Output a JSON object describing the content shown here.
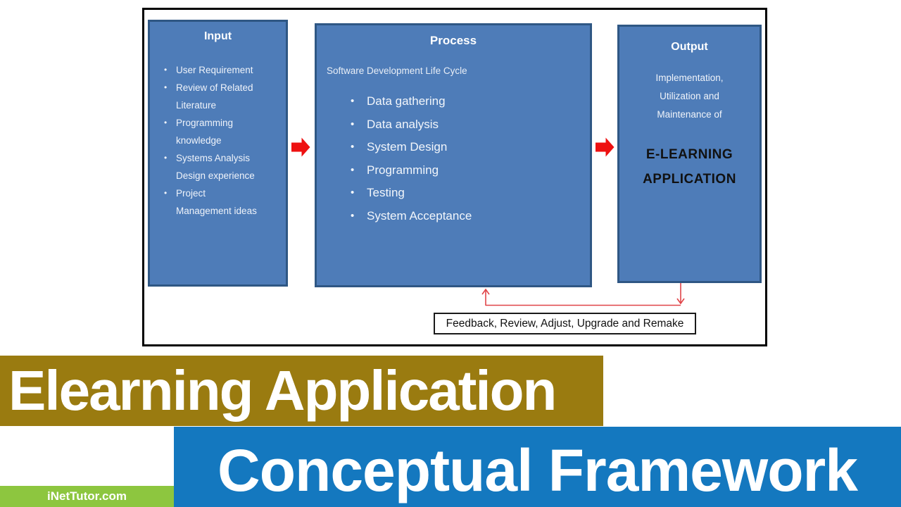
{
  "glyphs": {
    "bullet": "•"
  },
  "colors": {
    "box_fill": "#4E7CB8",
    "box_border": "#2F5784",
    "frame_border": "#000000",
    "flow_arrow_red": "#EE1111",
    "feedback_arrow_red": "#E04448",
    "banner_olive": "#9A7B10",
    "banner_blue": "#1478BF",
    "watermark_green": "#8DC63F",
    "highlight_text": "#111111"
  },
  "diagram": {
    "input": {
      "title": "Input",
      "items": [
        "User Requirement",
        "Review of Related\nLiterature",
        "Programming\nknowledge",
        "Systems Analysis\nDesign experience",
        "Project\nManagement ideas"
      ]
    },
    "process": {
      "title": "Process",
      "subtitle": "Software Development Life Cycle",
      "items": [
        "Data gathering",
        "Data analysis",
        "System Design",
        "Programming",
        "Testing",
        "System Acceptance"
      ]
    },
    "output": {
      "title": "Output",
      "subtitle": "Implementation,\nUtilization and\nMaintenance of",
      "highlight": [
        "E-LEARNING",
        "APPLICATION"
      ]
    },
    "feedback_label": "Feedback, Review, Adjust, Upgrade and Remake"
  },
  "banners": {
    "title": "Elearning Application",
    "subtitle": "Conceptual Framework",
    "watermark": "iNetTutor.com"
  }
}
